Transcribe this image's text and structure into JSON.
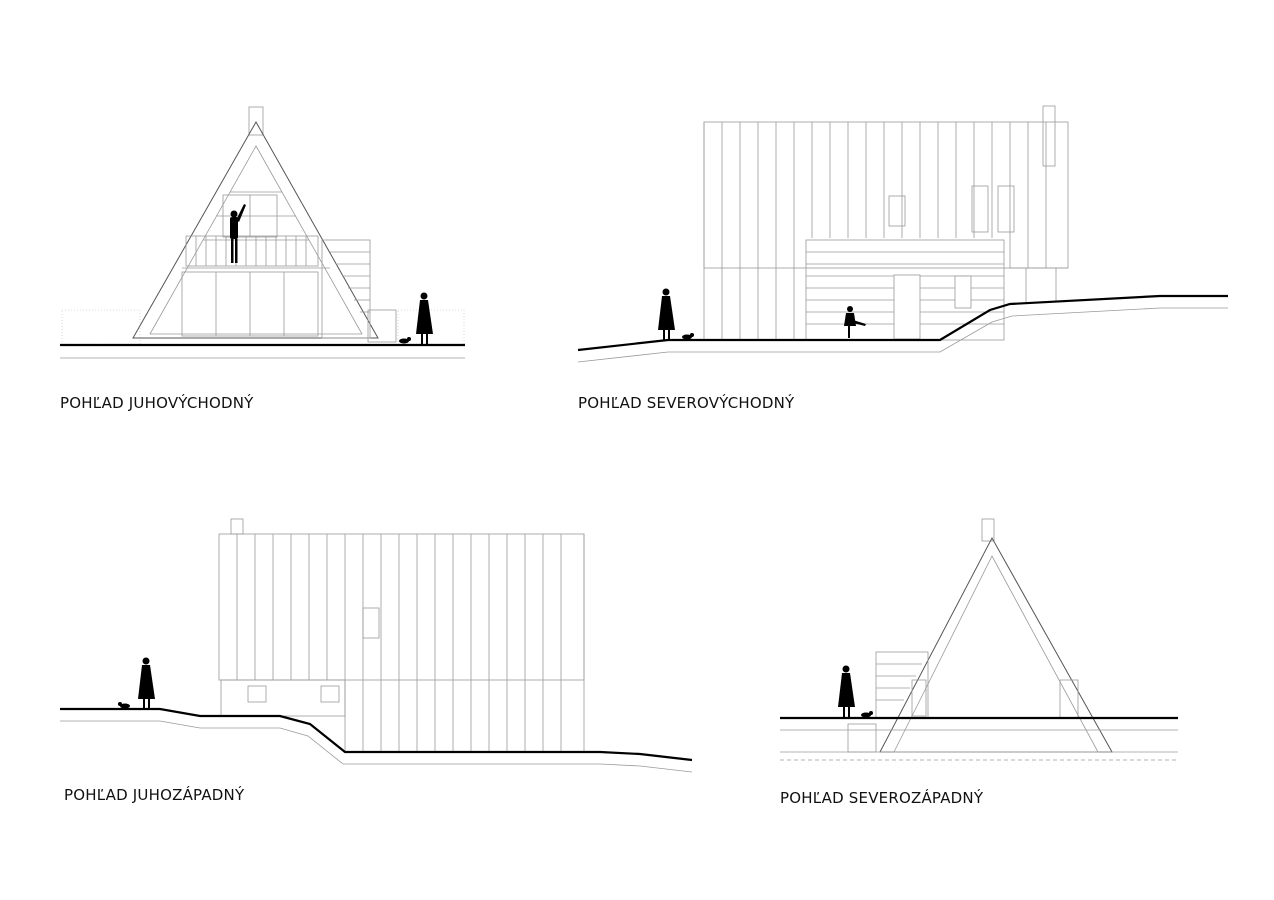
{
  "views": [
    {
      "id": "se",
      "caption": "POHĽAD JUHOVÝCHODNÝ"
    },
    {
      "id": "ne",
      "caption": "POHĽAD SEVEROVÝCHODNÝ"
    },
    {
      "id": "sw",
      "caption": "POHĽAD JUHOZÁPADNÝ"
    },
    {
      "id": "nw",
      "caption": "POHĽAD SEVEROZÁPADNÝ"
    }
  ],
  "colors": {
    "line": "#9a9a9a",
    "ground": "#000000",
    "figure": "#000000",
    "background": "#ffffff"
  }
}
